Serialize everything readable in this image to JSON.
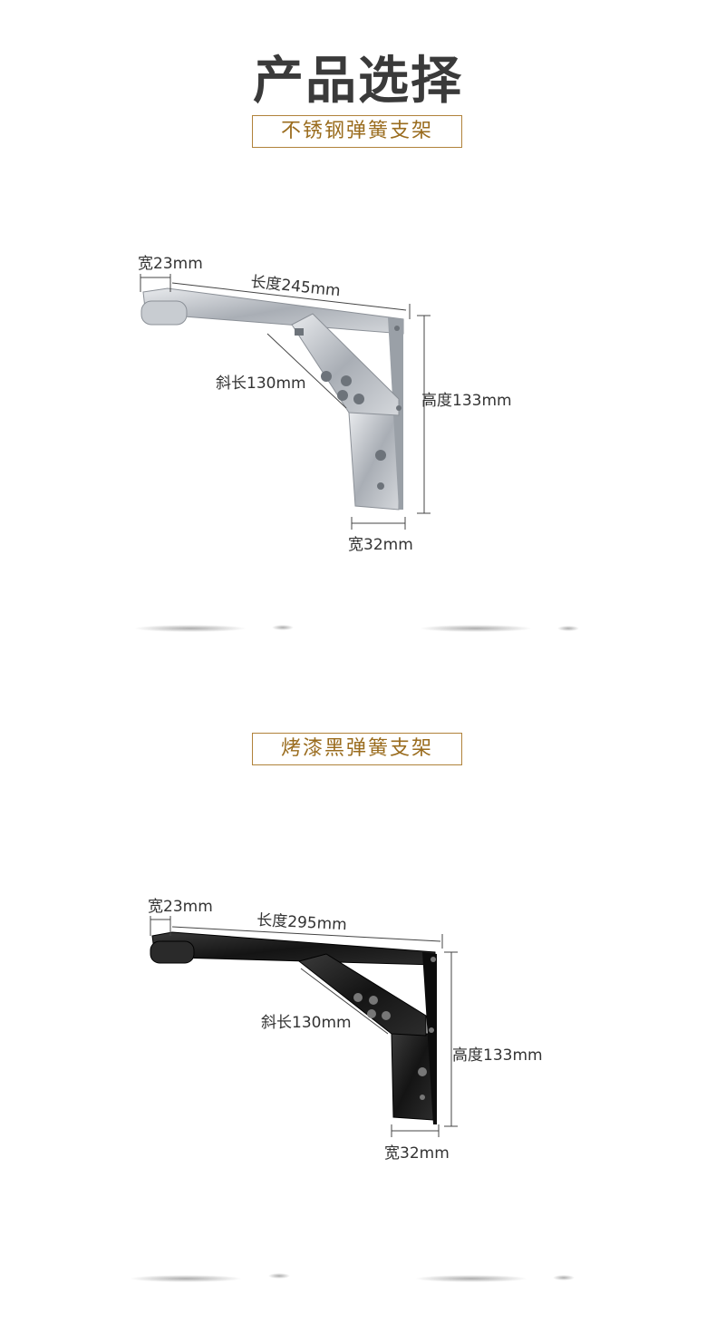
{
  "page_title": "产品选择",
  "sections": [
    {
      "label": "不锈钢弹簧支架",
      "finish": "stainless",
      "dims": {
        "width_top": "宽23mm",
        "length": "长度245mm",
        "diagonal": "斜长130mm",
        "height": "高度133mm",
        "width_bottom": "宽32mm"
      }
    },
    {
      "label": "烤漆黑弹簧支架",
      "finish": "black",
      "dims": {
        "width_top": "宽23mm",
        "length": "长度295mm",
        "diagonal": "斜长130mm",
        "height": "高度133mm",
        "width_bottom": "宽32mm"
      }
    }
  ],
  "colors": {
    "title": "#3a3a3a",
    "label_border": "#b0823a",
    "label_text": "#9a6c1e",
    "stainless": "#b8bcc2",
    "black": "#1c1c1c"
  }
}
